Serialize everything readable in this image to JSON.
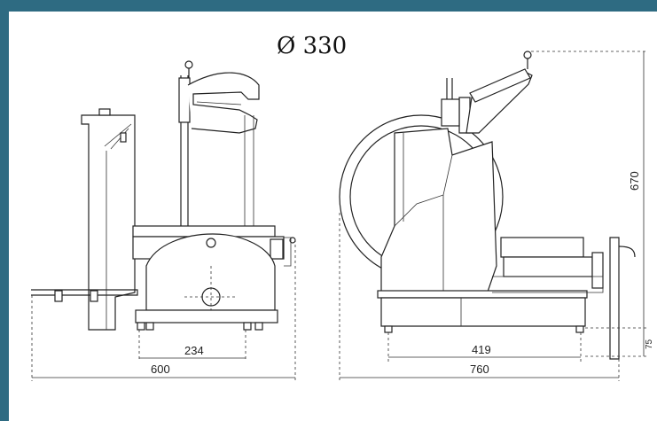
{
  "colors": {
    "frame": "#2e6b82",
    "line": "#222222",
    "background": "#ffffff"
  },
  "blade_diameter": "Ø 330",
  "dimensions": {
    "front_width_small": "234",
    "front_width_total": "600",
    "side_depth_small": "419",
    "side_depth_total": "760",
    "side_height": "670",
    "foot_height": "75"
  }
}
